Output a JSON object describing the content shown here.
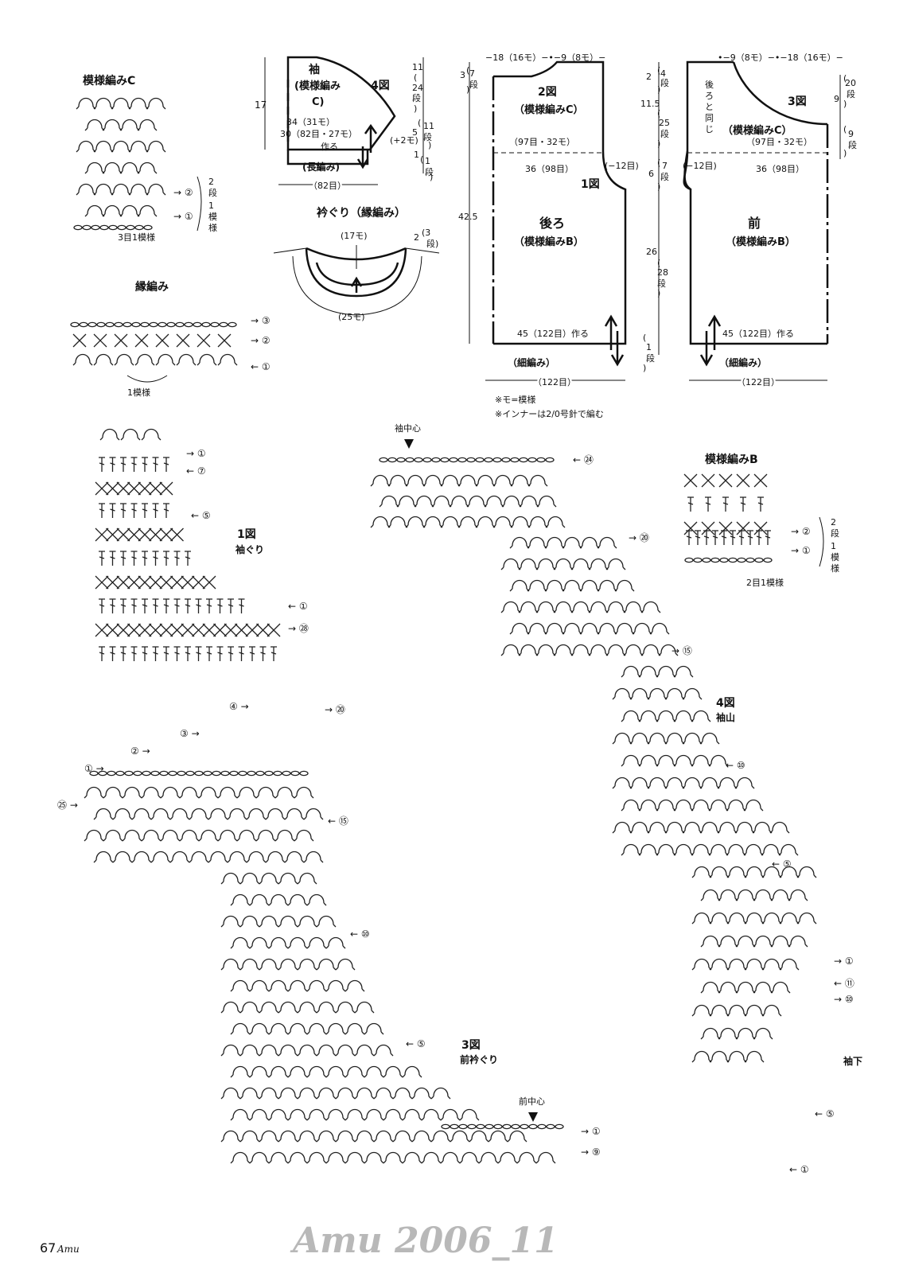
{
  "labels": {
    "patternC": "模様編みC",
    "patternC_repeat": "3目1模様",
    "patternC_rows": [
      "2",
      "段",
      "1",
      "模",
      "様"
    ],
    "edge": "縁編み",
    "edge_repeat": "1模様",
    "sleeve_title": "袖",
    "sleeve_sub1": "(模様編み",
    "sleeve_sub2": "C)",
    "fig4": "4図",
    "d17": "17",
    "d34": "34（31モ）",
    "d30": "30（82目・27モ）",
    "make": "作る",
    "plus2": "(+2モ)",
    "long": "(長編み)",
    "sleeve_bottom": "（82目）",
    "sleeve_right": [
      "11",
      "(",
      "24",
      "段",
      ")",
      "5",
      "(",
      "11",
      "段",
      ")",
      "1",
      "(",
      "1",
      "段",
      ")"
    ],
    "neck_title": "衿ぐり（縁編み）",
    "neck17": "(17モ)",
    "neck25": "(25モ)",
    "neck_rows": [
      "2",
      "(3",
      "段)"
    ],
    "back_top": "−18（16モ）−•−9（8モ）−",
    "back_left": [
      "3",
      "(",
      "7",
      "段",
      ")"
    ],
    "fig2": "2図",
    "back_patC": "（模様編みC）",
    "back_97": "（97目・32モ）",
    "minus12": "(−12目)",
    "d36": "36（98目）",
    "fig1": "1図",
    "back": "後ろ",
    "patB": "（模様編みB）",
    "d42_5": "42.5",
    "d45": "45（122目）作る",
    "hosoami": "（細編み）",
    "d122": "（122目）",
    "note1": "※モ=模様",
    "note2": "※インナーは2/0号針で編む",
    "mid_col": [
      "2",
      "(",
      "4",
      "段",
      ")",
      "11.5",
      "(",
      "25",
      "段",
      ")",
      "6",
      "(",
      "7",
      "段",
      ")",
      "26",
      "(",
      "28",
      "段",
      ")",
      "(",
      "1",
      "段",
      ")"
    ],
    "front_top": "•−9（8モ）−•−18（16モ）−",
    "fig3": "3図",
    "same_back": [
      "後",
      "ろ",
      "と",
      "同",
      "じ"
    ],
    "front": "前",
    "front_right": [
      "9",
      "(",
      "20",
      "段",
      ")",
      "(",
      "9",
      "段",
      ")"
    ],
    "fig1_title": "1図",
    "fig1_sub": "袖ぐり",
    "sleeve_center": "袖中心",
    "fig4_title": "4図",
    "fig4_sub": "袖山",
    "patternB": "模様編みB",
    "patternB_repeat": "2目1模様",
    "patternB_rows": [
      "2",
      "段",
      "1",
      "模",
      "様"
    ],
    "fig3_title": "3図",
    "fig3_sub": "前衿ぐり",
    "front_center": "前中心",
    "sodeshita": "袖下",
    "page_num": "67",
    "magazine": "Amu",
    "footer": "Amu 2006_11"
  },
  "row_markers": {
    "c_2": "②",
    "c_1": "①",
    "e_3": "③",
    "e_2": "②",
    "e_1": "①",
    "f1_1": "①",
    "f1_7": "⑦",
    "f1_5": "⑤",
    "f1_1b": "①",
    "f1_28": "㉘",
    "f4_24": "㉔",
    "f4_20": "⑳",
    "f4_15": "⑮",
    "f4_10": "⑩",
    "f4_5": "⑤",
    "f4_1": "①",
    "f4_11": "⑪",
    "f4_10b": "⑩",
    "f4_5b": "⑤",
    "f4_1b": "①",
    "b_2": "②",
    "b_1": "①",
    "f3_4": "④",
    "f3_3": "③",
    "f3_2": "②",
    "f3_1": "①",
    "f3_20": "⑳",
    "f3_25": "㉕",
    "f3_15": "⑮",
    "f3_10": "⑩",
    "f3_5": "⑤",
    "f3_1b": "①",
    "f3_9": "⑨"
  }
}
